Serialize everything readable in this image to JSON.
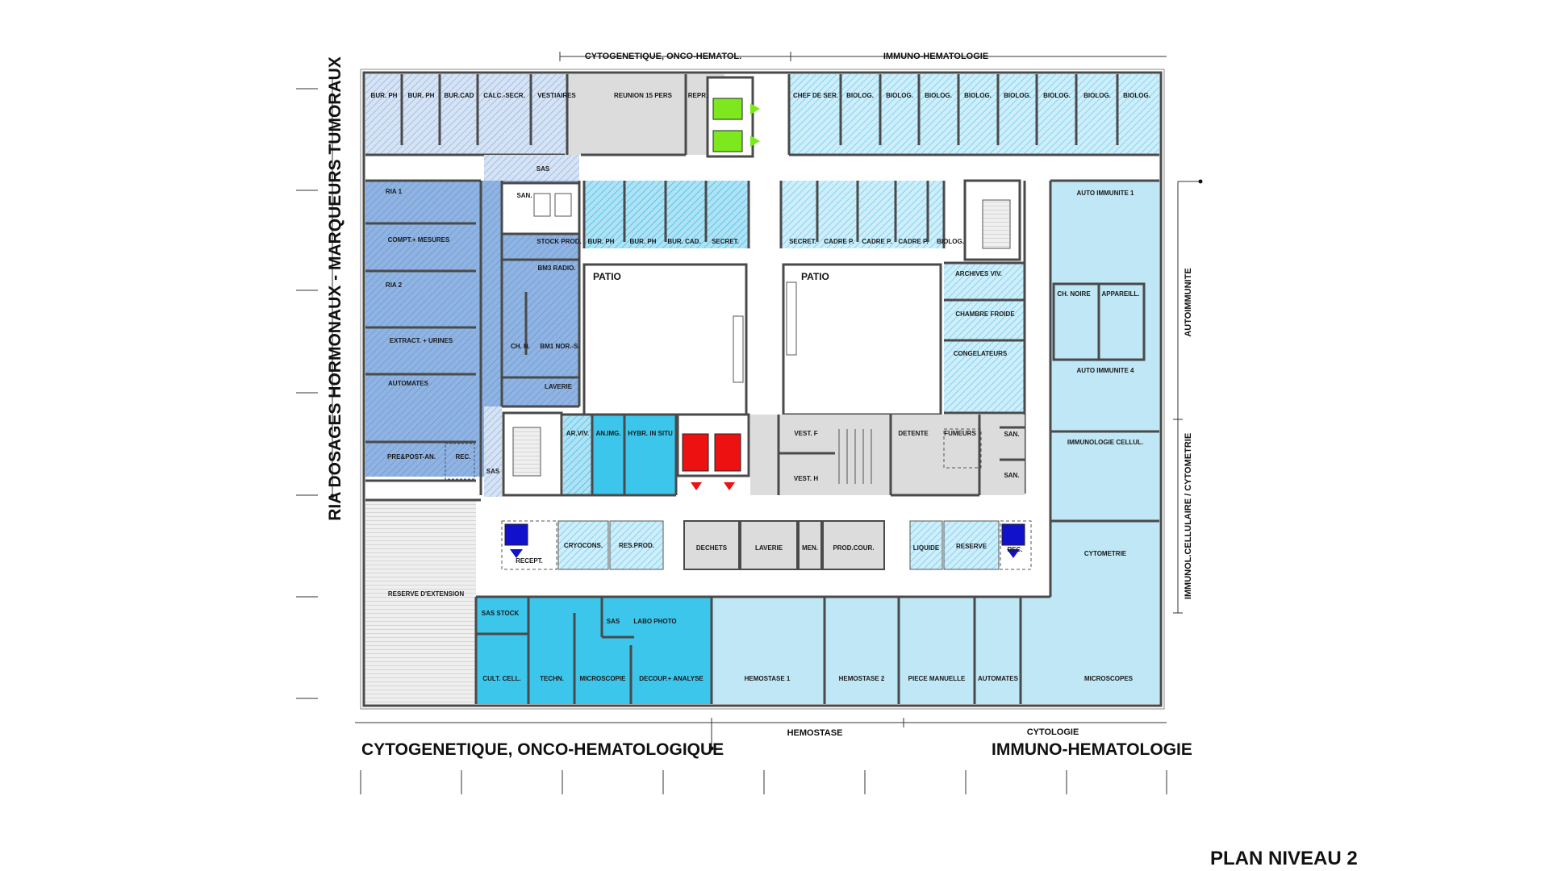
{
  "plan_title": "PLAN NIVEAU 2",
  "zones": {
    "top_left": "CYTOGENETIQUE, ONCO-HEMATOL.",
    "top_right": "IMMUNO-HEMATOLOGIE",
    "left_vertical": "RIA DOSAGES HORMONAUX - MARQUEURS TUMORAUX",
    "right_upper": "AUTOIMMUNITE",
    "right_lower": "IMMUNOL.CELLULAIRE / CYTOMETRIE",
    "bottom_left_big": "CYTOGENETIQUE, ONCO-HEMATOLOGIQUE",
    "bottom_mid": "HEMOSTASE",
    "bottom_right_small": "CYTOLOGIE",
    "bottom_right_big": "IMMUNO-HEMATOLOGIE"
  },
  "patios": [
    "PATIO",
    "PATIO"
  ],
  "rooms": {
    "top_row": [
      "BUR. PH",
      "BUR. PH",
      "BUR.CAD",
      "CALC.-SECR.",
      "VESTIAIRES",
      "REUNION 15 PERS",
      "REPR.",
      "CHEF DE SER.",
      "BIOLOG.",
      "BIOLOG.",
      "BIOLOG.",
      "BIOLOG.",
      "BIOLOG.",
      "BIOLOG.",
      "BIOLOG.",
      "BIOLOG."
    ],
    "ria": [
      "RIA 1",
      "COMPT.+ MESURES",
      "RIA 2",
      "EXTRACT. + URINES",
      "AUTOMATES",
      "PRE&POST-AN.",
      "REC."
    ],
    "core_left": [
      "SAS",
      "SAN.",
      "STOCK PROD.",
      "BM3 RADIO.",
      "CH. N.",
      "BM1 NOR.-S.",
      "LAVERIE",
      "SAS"
    ],
    "upper_mid_left": [
      "BUR. PH",
      "BUR. PH",
      "BUR. CAD.",
      "SECRET."
    ],
    "upper_mid_right": [
      "SECRET.",
      "CADRE P.",
      "CADRE P.",
      "CADRE P.",
      "BIOLOG."
    ],
    "east_core": [
      "ARCHIVES VIV.",
      "CHAMBRE FROIDE",
      "CONGELATEURS"
    ],
    "auto": [
      "AUTO IMMUNITE 1",
      "CH. NOIRE",
      "APPAREILL.",
      "AUTO IMMUNITE 4",
      "IMMUNOLOGIE CELLUL.",
      "CYTOMETRIE"
    ],
    "lower_mid": [
      "AR.VIV.",
      "AN.IMG.",
      "HYBR. IN SITU",
      "VEST. F",
      "DETENTE",
      "FUMEURS",
      "SAN.",
      "VEST. H",
      "SAN."
    ],
    "corridor": [
      "RECEPT.",
      "CRYOCONS.",
      "RES.PROD.",
      "DECHETS",
      "LAVERIE",
      "MEN.",
      "PROD.COUR.",
      "LIQUIDE",
      "RESERVE",
      "REC."
    ],
    "bottom": [
      "RESERVE D'EXTENSION",
      "SAS STOCK",
      "SAS",
      "LABO PHOTO",
      "CULT. CELL.",
      "TECHN.",
      "MICROSCOPIE",
      "DECOUP.+ ANALYSE",
      "HEMOSTASE 1",
      "HEMOSTASE 2",
      "PIECE MANUELLE",
      "AUTOMATES",
      "MICROSCOPES"
    ]
  },
  "colors": {
    "ria_blue": "#8fb4e3",
    "cyto_blue": "#3cc6ec",
    "immuno_light": "#bfe7f5",
    "grey": "#d9d9d9",
    "stair_green": "#7ee81e",
    "lift_red": "#ee1111",
    "marker_blue": "#1111cc"
  }
}
